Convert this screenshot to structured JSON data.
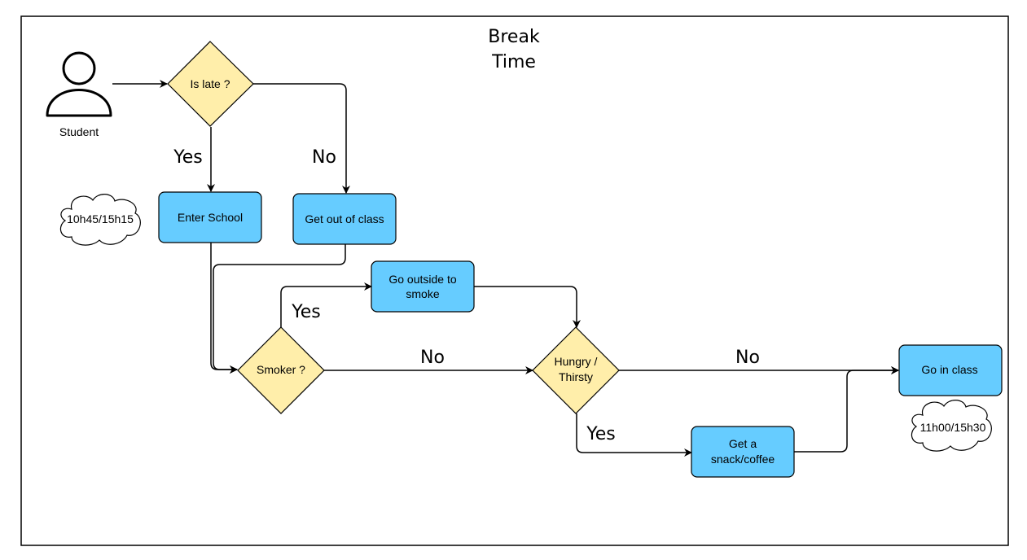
{
  "title": {
    "line1": "Break",
    "line2": "Time"
  },
  "actor": {
    "label": "Student"
  },
  "nodes": {
    "is_late": "Is late ?",
    "enter_school": "Enter School",
    "get_out_of_class": "Get out of class",
    "go_outside": {
      "line1": "Go outside to",
      "line2": "smoke"
    },
    "smoker": "Smoker ?",
    "hungry": {
      "line1": "Hungry /",
      "line2": "Thirsty"
    },
    "get_snack": {
      "line1": "Get a",
      "line2": "snack/coffee"
    },
    "go_in_class": "Go in class"
  },
  "notes": {
    "start_time": "10h45/15h15",
    "end_time": "11h00/15h30"
  },
  "edge_labels": {
    "late_yes": "Yes",
    "late_no": "No",
    "smoker_yes": "Yes",
    "smoker_no": "No",
    "hungry_no": "No",
    "hungry_yes": "Yes"
  },
  "colors": {
    "process_fill": "#66CCFF",
    "decision_fill": "#FFEEAA",
    "stroke": "#000000"
  }
}
